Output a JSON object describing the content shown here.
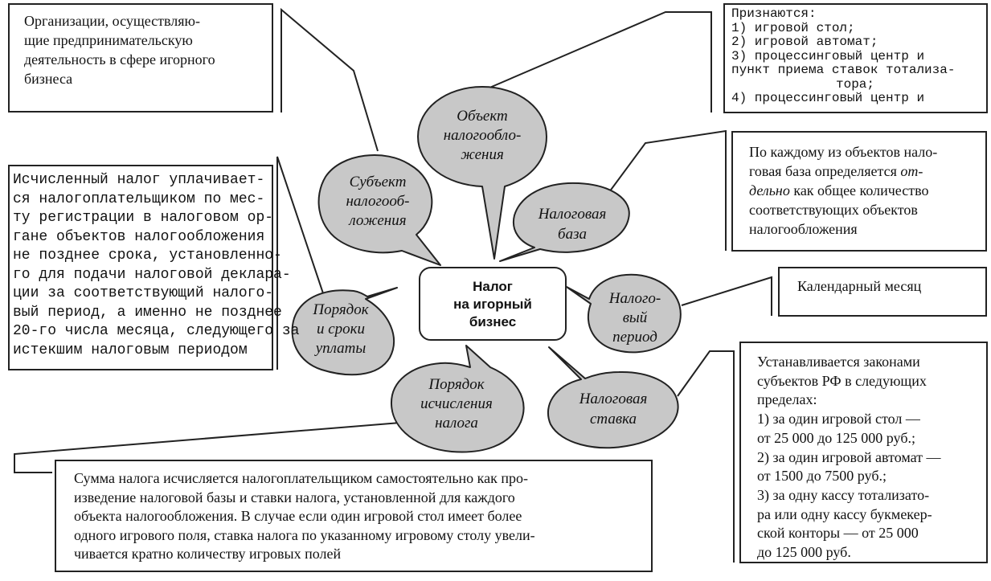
{
  "center": {
    "lines": [
      "Налог",
      "на игорный",
      "бизнес"
    ]
  },
  "bubbles": {
    "subject": [
      "Субъект",
      "налогооб-",
      "ложения"
    ],
    "object": [
      "Объект",
      "налогообло-",
      "жения"
    ],
    "base": [
      "Налоговая",
      "база"
    ],
    "period": [
      "Налого-",
      "вый",
      "период"
    ],
    "rate": [
      "Налоговая",
      "ставка"
    ],
    "calc": [
      "Порядок",
      "исчисления",
      "налога"
    ],
    "payment": [
      "Порядок",
      "и сроки",
      "уплаты"
    ]
  },
  "boxes": {
    "organizations": [
      "Организации, осуществляю-",
      "щие предпринимательскую",
      "деятельность в сфере игорного",
      "бизнеса"
    ],
    "recognized": [
      "Признаются:",
      "1) игровой стол;",
      "2) игровой автомат;",
      "3) процессинговый центр и",
      "пункт приема ставок тотализа-",
      "тора;",
      "4) процессинговый центр и"
    ],
    "base_text": {
      "l1": "По каждому из объектов нало-",
      "l2_a": "говая база определяется ",
      "l2_em": "от-",
      "l3_em": "дельно",
      "l3_b": " как общее количество",
      "l4": "соответствующих объектов",
      "l5": "налогообложения"
    },
    "payment_text": [
      "Исчисленный налог уплачивает-",
      "ся налогоплательщиком по мес-",
      "ту регистрации в налоговом ор-",
      "гане объектов налогообложения",
      "не позднее срока, установленно-",
      "го для подачи налоговой деклара-",
      "ции за соответствующий налого-",
      "вый период, а именно не позднее",
      "20-го числа месяца, следующего за",
      "истекшим налоговым периодом"
    ],
    "period_text": "Календарный месяц",
    "rate_text": [
      "Устанавливается законами",
      "субъектов РФ в следующих",
      "пределах:",
      "1) за один игровой стол —",
      "от 25 000 до 125 000 руб.;",
      "2) за один игровой автомат —",
      "от 1500 до 7500 руб.;",
      "3) за одну кассу тотализато-",
      "ра или одну кассу букмекер-",
      "ской конторы — от 25 000",
      "до 125 000 руб."
    ],
    "calc_text": [
      "Сумма налога исчисляется налогоплательщиком самостоятельно как про-",
      "изведение налоговой базы и ставки налога, установленной для каждого",
      "объекта налогообложения. В случае если один игровой стол имеет более",
      "одного игрового поля, ставка налога по указанному игровому столу увели-",
      "чивается кратно количеству игровых полей"
    ]
  },
  "colors": {
    "bubble_fill": "#c8c8c8",
    "stroke": "#222222",
    "background": "#ffffff"
  }
}
